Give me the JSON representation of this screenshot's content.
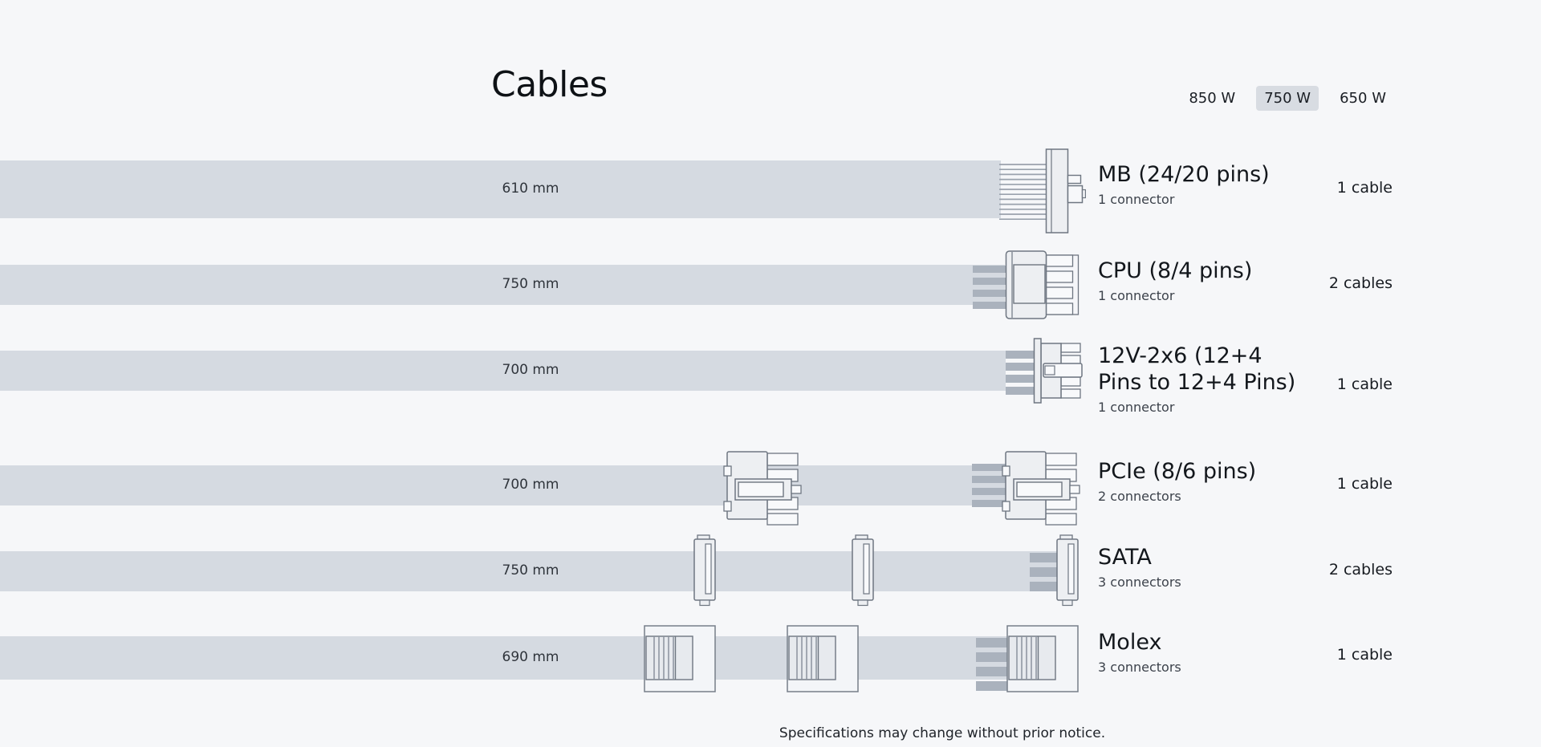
{
  "page": {
    "title": "Cables",
    "footer_note": "Specifications may change without prior notice."
  },
  "wattage_selector": {
    "options": [
      {
        "label": "850 W",
        "selected": false
      },
      {
        "label": "750 W",
        "selected": true
      },
      {
        "label": "650 W",
        "selected": false
      }
    ]
  },
  "colors": {
    "background": "#f6f7f9",
    "cable_bar": "#d5dae1",
    "wire_stub": "#aab2bd",
    "connector_outline": "#6e7681",
    "selected_chip_bg": "#d8dce2"
  },
  "cables": [
    {
      "length": "610 mm",
      "name": "MB (24/20 pins)",
      "connectors_label": "1 connector",
      "cables_label": "1 cable",
      "icon": "mb-24pin-connector"
    },
    {
      "length": "750 mm",
      "name": "CPU (8/4 pins)",
      "connectors_label": "1 connector",
      "cables_label": "2 cables",
      "icon": "cpu-8pin-connector"
    },
    {
      "length": "700 mm",
      "name": "12V-2x6 (12+4 Pins to 12+4 Pins)",
      "connectors_label": "1 connector",
      "cables_label": "1 cable",
      "icon": "12v-2x6-connector"
    },
    {
      "length": "700 mm",
      "name": "PCIe (8/6 pins)",
      "connectors_label": "2 connectors",
      "cables_label": "1 cable",
      "icon": "pcie-8pin-connector"
    },
    {
      "length": "750 mm",
      "name": "SATA",
      "connectors_label": "3 connectors",
      "cables_label": "2 cables",
      "icon": "sata-connector"
    },
    {
      "length": "690 mm",
      "name": "Molex",
      "connectors_label": "3 connectors",
      "cables_label": "1 cable",
      "icon": "molex-connector"
    }
  ]
}
